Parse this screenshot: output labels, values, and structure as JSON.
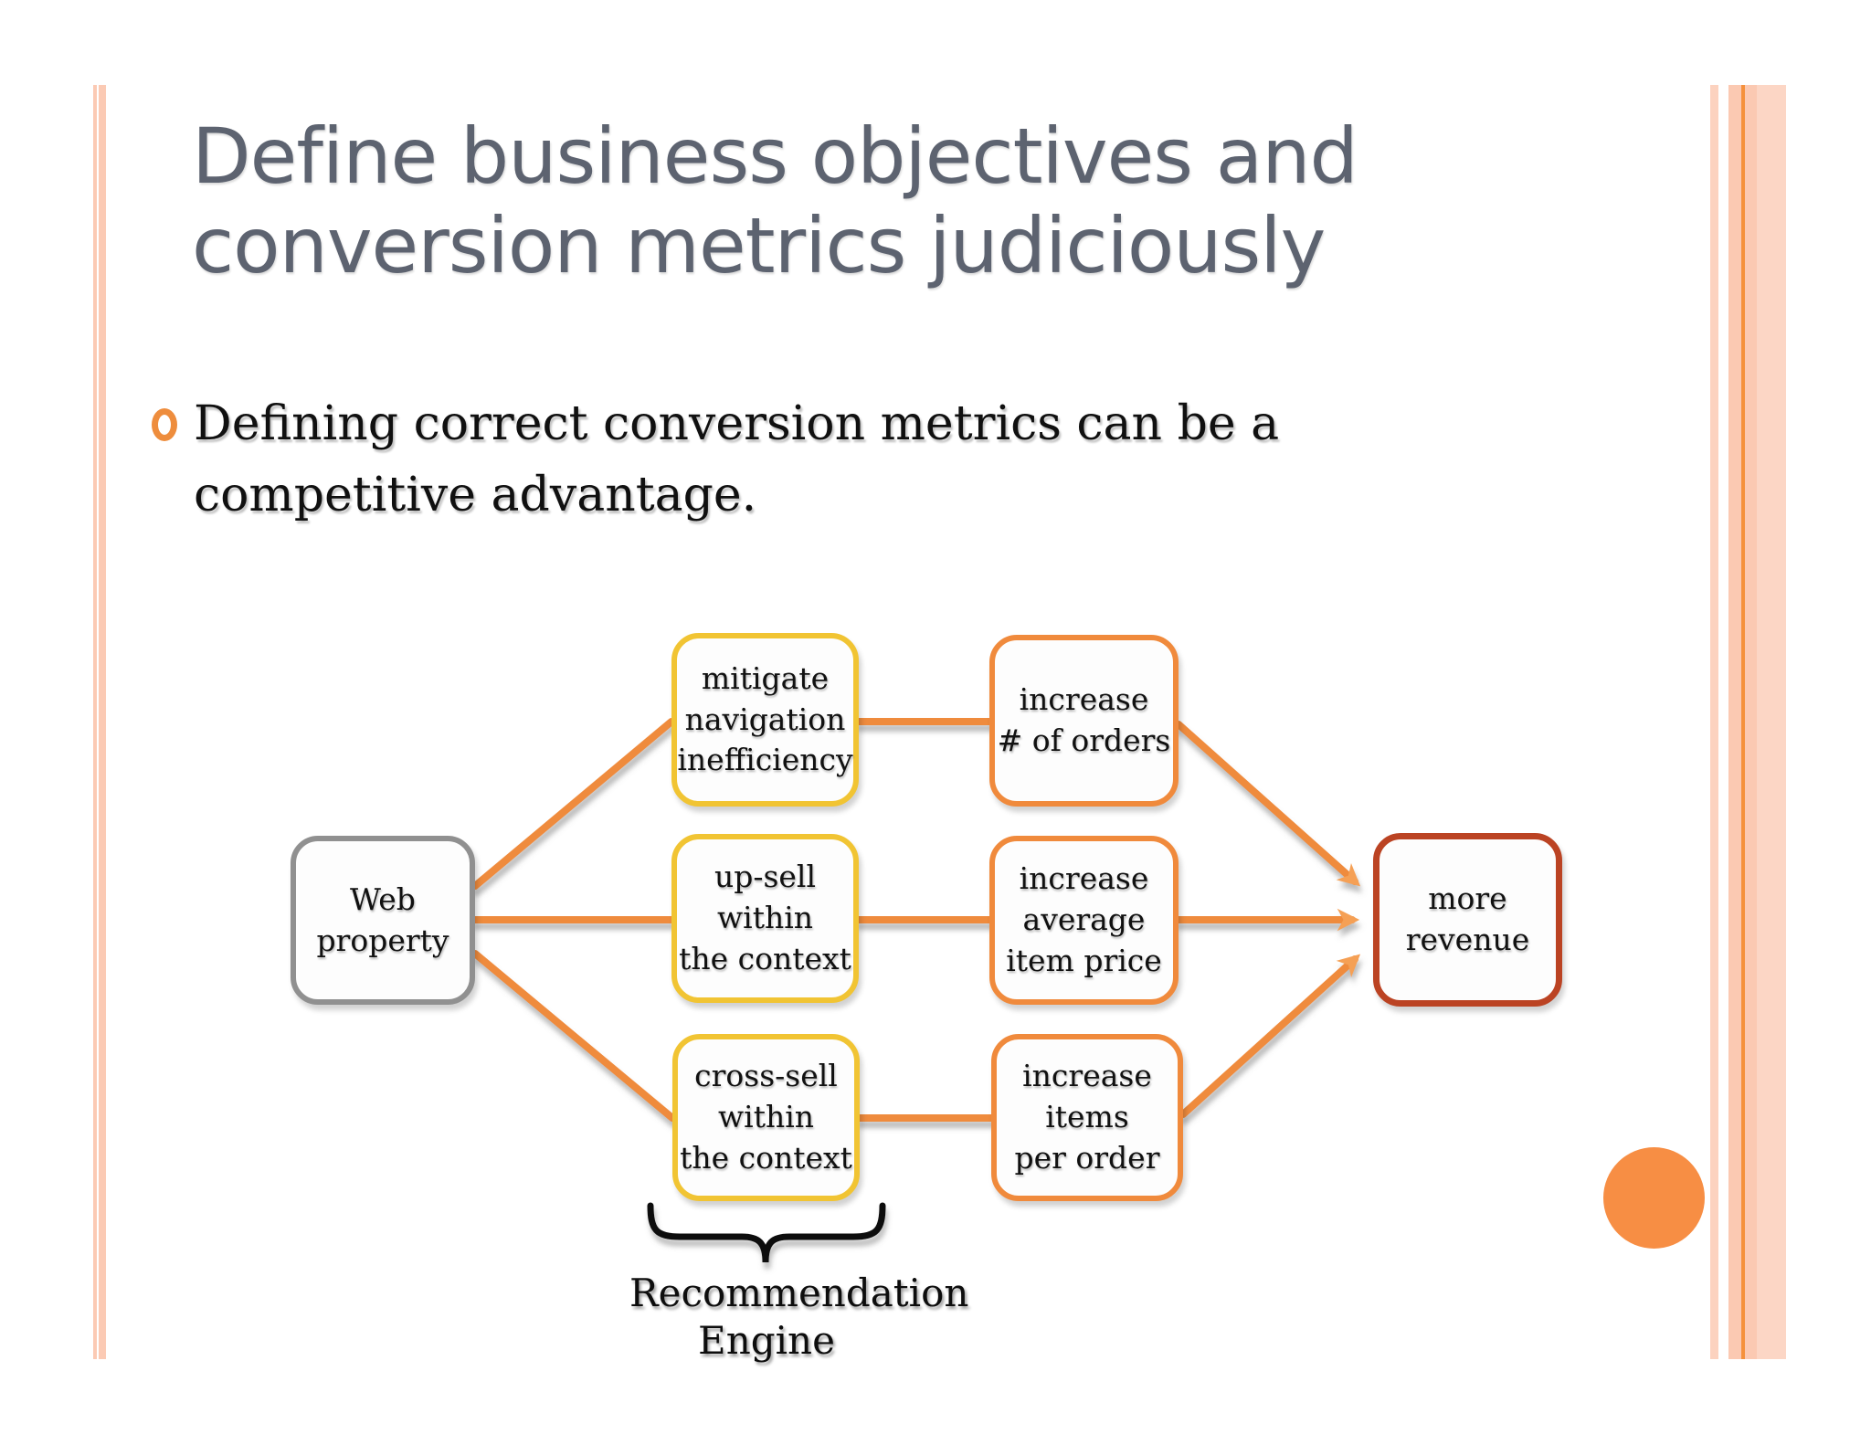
{
  "slide": {
    "title": "Define business objectives and conversion metrics judiciously",
    "bullet_text": "Defining correct conversion metrics can be a competitive advantage."
  },
  "diagram": {
    "nodes": {
      "web_property": {
        "label": "Web\nproperty"
      },
      "mitigate": {
        "label": "mitigate\nnavigation\ninefficiency"
      },
      "up_sell": {
        "label": "up-sell\nwithin\nthe context"
      },
      "cross_sell": {
        "label": "cross-sell\nwithin\nthe context"
      },
      "orders": {
        "label": "increase\n# of orders"
      },
      "avg_price": {
        "label": "increase\naverage\nitem price"
      },
      "items_per_order": {
        "label": "increase\nitems\nper order"
      },
      "more_revenue": {
        "label": "more\nrevenue"
      }
    },
    "edges": [
      {
        "from": "web_property",
        "to": "mitigate",
        "arrow": false
      },
      {
        "from": "web_property",
        "to": "up_sell",
        "arrow": false
      },
      {
        "from": "web_property",
        "to": "cross_sell",
        "arrow": false
      },
      {
        "from": "mitigate",
        "to": "orders",
        "arrow": false
      },
      {
        "from": "up_sell",
        "to": "avg_price",
        "arrow": false
      },
      {
        "from": "cross_sell",
        "to": "items_per_order",
        "arrow": false
      },
      {
        "from": "orders",
        "to": "more_revenue",
        "arrow": true
      },
      {
        "from": "avg_price",
        "to": "more_revenue",
        "arrow": true
      },
      {
        "from": "items_per_order",
        "to": "more_revenue",
        "arrow": true
      }
    ],
    "brace_label": "Recommendation\nEngine"
  },
  "colors": {
    "title_gray": "#5d6370",
    "connector_orange": "#ef8b3d",
    "arrowhead_orange": "#f5a054",
    "yellow_border": "#f1c433",
    "orange_border": "#f08a3c",
    "gray_border": "#909090",
    "dark_red_border": "#bb4323",
    "bullet_ring_orange": "#ee8d3d",
    "stripe_salmon": "#fbcab4",
    "circle_orange": "#f78e44"
  }
}
